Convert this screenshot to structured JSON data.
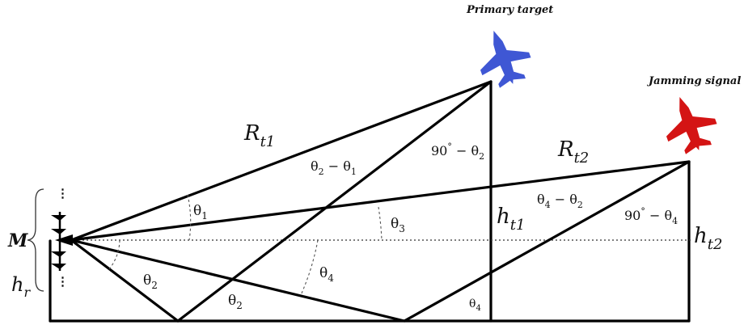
{
  "targets": {
    "primary_label": "Primary target",
    "jamming_label": "Jamming signal"
  },
  "labels": {
    "M": "M",
    "hr_main": "h",
    "hr_sub": "r",
    "rt1_main": "R",
    "rt1_sub": "t1",
    "rt2_main": "R",
    "rt2_sub": "t2",
    "ht1_main": "h",
    "ht1_sub": "t1",
    "ht2_main": "h",
    "ht2_sub": "t2"
  },
  "angles": {
    "theta1": "θ",
    "theta1_sub": "1",
    "theta2_left": "θ",
    "theta2_left_sub": "2",
    "theta2_bottom": "θ",
    "theta2_bottom_sub": "2",
    "theta3": "θ",
    "theta3_sub": "3",
    "theta4_mid": "θ",
    "theta4_mid_sub": "4",
    "theta4_bottom": "θ",
    "theta4_bottom_sub": "4",
    "diff21_a": "θ",
    "diff21_a_sub": "2",
    "diff21_op": " − ",
    "diff21_b": "θ",
    "diff21_b_sub": "1",
    "diff42_a": "θ",
    "diff42_a_sub": "4",
    "diff42_op": " − ",
    "diff42_b": "θ",
    "diff42_b_sub": "2",
    "comp2_num": "90",
    "comp2_deg": "°",
    "comp2_op": " − ",
    "comp2_theta": "θ",
    "comp2_sub": "2",
    "comp4_num": "90",
    "comp4_deg": "°",
    "comp4_op": " − ",
    "comp4_theta": "θ",
    "comp4_sub": "4"
  },
  "colors": {
    "primary_target": "#3f57d4",
    "jamming_target": "#d41414",
    "lines": "#000000"
  },
  "icons": {
    "primary": "fighter-jet-icon",
    "jamming": "fighter-jet-icon",
    "array": "antenna-array-icon"
  }
}
